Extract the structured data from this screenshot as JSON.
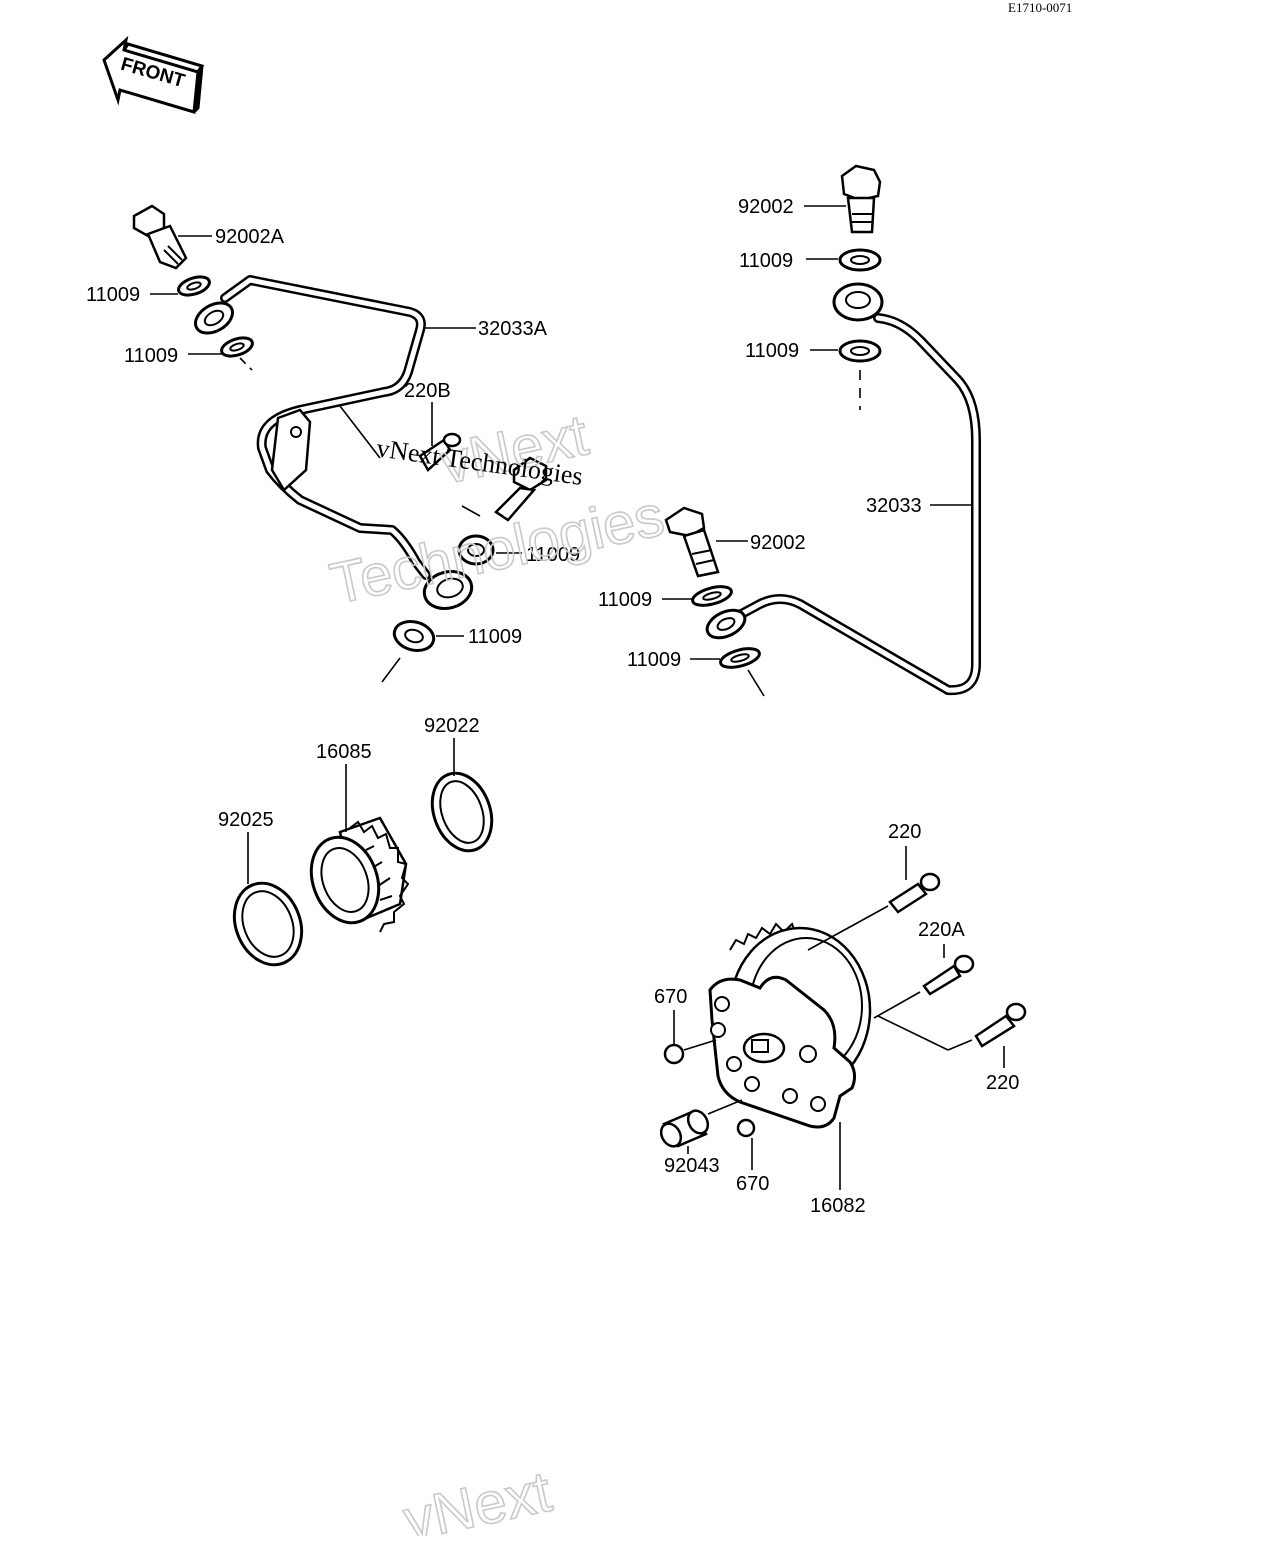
{
  "diagram": {
    "ref_code": "E1710-0071",
    "front_label": "FRONT",
    "watermark": {
      "line1": "vNext Technologies",
      "outline_top": "vNext",
      "outline_main": "Technologies",
      "outline_bottom": "vNext"
    },
    "labels": {
      "l_92002A": "92002A",
      "l_11009_a": "11009",
      "l_11009_b": "11009",
      "l_32033A": "32033A",
      "l_220B": "220B",
      "l_11009_c": "11009",
      "l_11009_d": "11009",
      "l_92002_top": "92002",
      "l_11009_e": "11009",
      "l_11009_f": "11009",
      "l_32033": "32033",
      "l_92002_mid": "92002",
      "l_11009_g": "11009",
      "l_11009_h": "11009",
      "l_92022": "92022",
      "l_16085": "16085",
      "l_92025": "92025",
      "l_220_top": "220",
      "l_220A": "220A",
      "l_670_a": "670",
      "l_220_right": "220",
      "l_92043": "92043",
      "l_670_b": "670",
      "l_16082": "16082"
    }
  }
}
